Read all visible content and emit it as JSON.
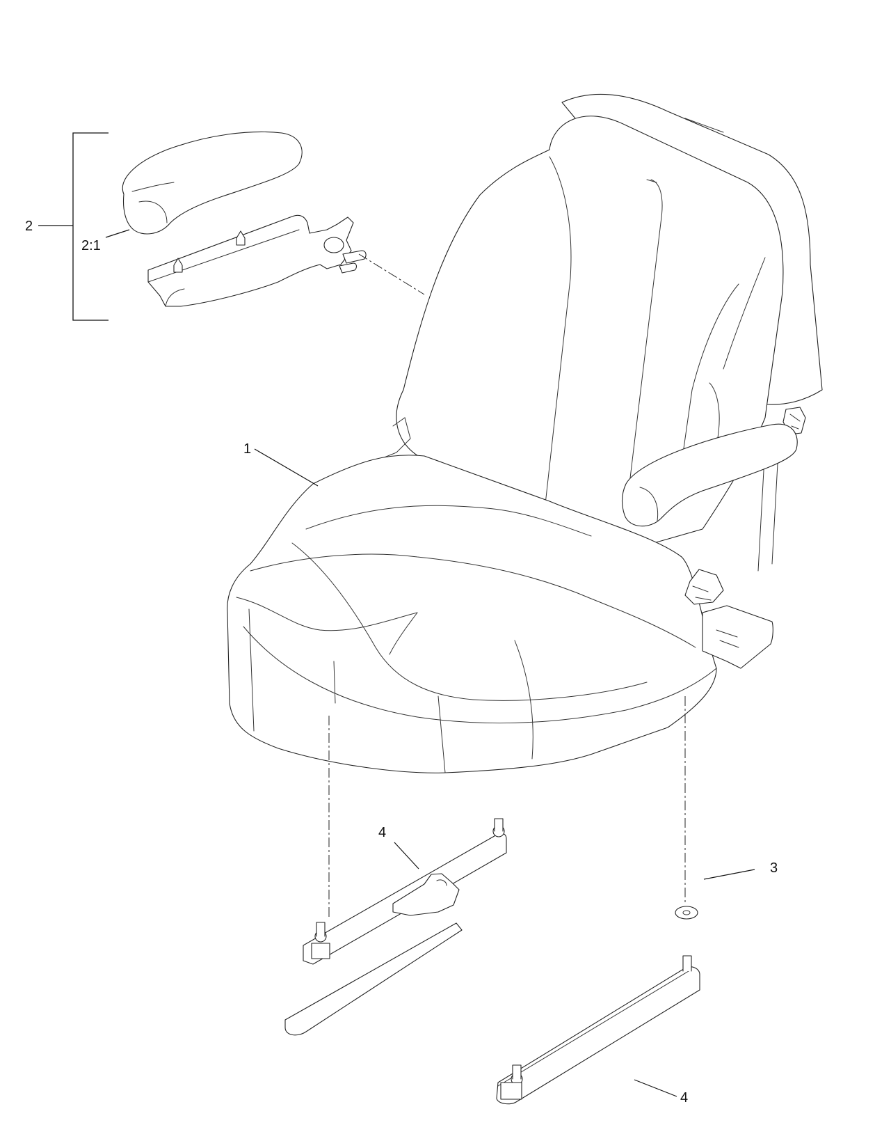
{
  "callouts": {
    "seat": "1",
    "armrest_kit": "2",
    "armrest_pad": "2:1",
    "washer": "3",
    "track_left": "4",
    "track_right": "4"
  }
}
